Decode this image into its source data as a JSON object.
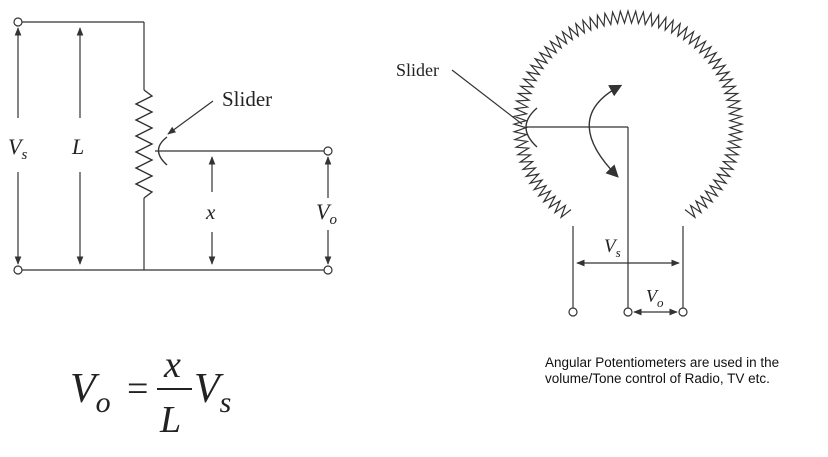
{
  "linear": {
    "slider_label": "Slider",
    "vs_main": "V",
    "vs_sub": "s",
    "length_label": "L",
    "position_label": "x",
    "vo_main": "V",
    "vo_sub": "o"
  },
  "angular": {
    "slider_label": "Slider",
    "vs_main": "V",
    "vs_sub": "s",
    "vo_main": "V",
    "vo_sub": "o"
  },
  "formula": {
    "lhs_main": "V",
    "lhs_sub": "o",
    "equals": "=",
    "numerator": "x",
    "denominator": "L",
    "rhs_main": "V",
    "rhs_sub": "s"
  },
  "caption": "Angular Potentiometers are used in the volume/Tone control of Radio, TV etc."
}
